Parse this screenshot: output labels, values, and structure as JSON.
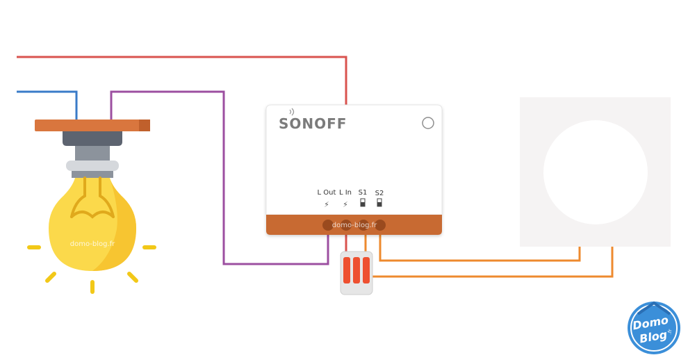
{
  "device": {
    "brand": "SONOFF",
    "terminals": [
      {
        "label": "L Out",
        "symbol": "⚡"
      },
      {
        "label": "L In",
        "symbol": "⚡"
      },
      {
        "label": "S1",
        "symbol": "▯"
      },
      {
        "label": "S2",
        "symbol": "▯"
      }
    ],
    "strip_watermark": "domo-blog.fr"
  },
  "bulb": {
    "watermark": "domo-blog.fr"
  },
  "logo": {
    "line1": "Domo",
    "line2": "Blog",
    "suffix": ".fr"
  },
  "colors": {
    "live_wire": "#d9534f",
    "neutral_wire": "#3a7bc8",
    "load_wire": "#9c4fa0",
    "switch_wire": "#ee8a2e",
    "device_strip": "#c86a33",
    "bulb": "#fbd94b",
    "ceiling_plate": "#d9763e",
    "switch_plate": "#f5f3f3",
    "logo_blue": "#3b8fd9"
  }
}
